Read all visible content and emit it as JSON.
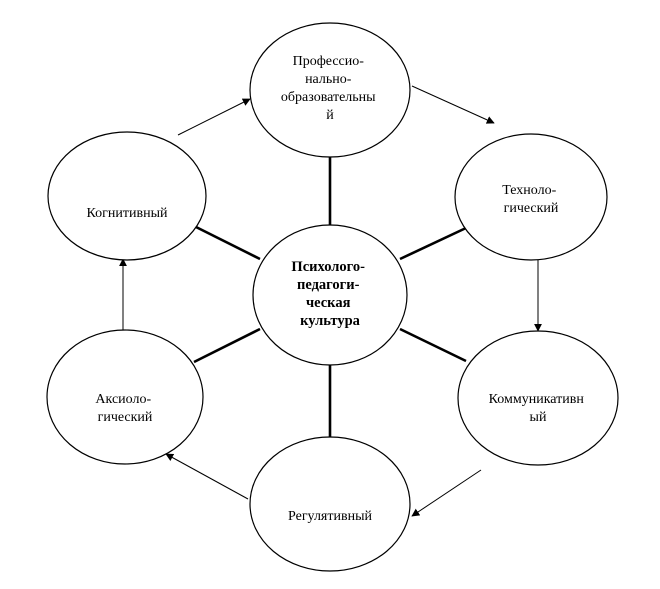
{
  "center": {
    "lines": [
      "Психолого-",
      "педагоги-",
      "ческая",
      "культура"
    ]
  },
  "nodes": [
    {
      "id": "professional",
      "lines": [
        "Профессио-",
        "нально-",
        "образовательны",
        "й"
      ]
    },
    {
      "id": "technological",
      "lines": [
        "Техноло-",
        "гический"
      ]
    },
    {
      "id": "communicative",
      "lines": [
        "Коммуникативн",
        "ый"
      ]
    },
    {
      "id": "regulative",
      "lines": [
        "Регулятивный"
      ]
    },
    {
      "id": "axiological",
      "lines": [
        "Аксиоло-",
        "гический"
      ]
    },
    {
      "id": "cognitive",
      "lines": [
        "Когнитивный"
      ]
    }
  ],
  "arrows": [
    {
      "from": "cognitive",
      "to": "professional"
    },
    {
      "from": "professional",
      "to": "technological"
    },
    {
      "from": "technological",
      "to": "communicative"
    },
    {
      "from": "communicative",
      "to": "regulative"
    },
    {
      "from": "regulative",
      "to": "axiological"
    },
    {
      "from": "axiological",
      "to": "cognitive"
    }
  ]
}
